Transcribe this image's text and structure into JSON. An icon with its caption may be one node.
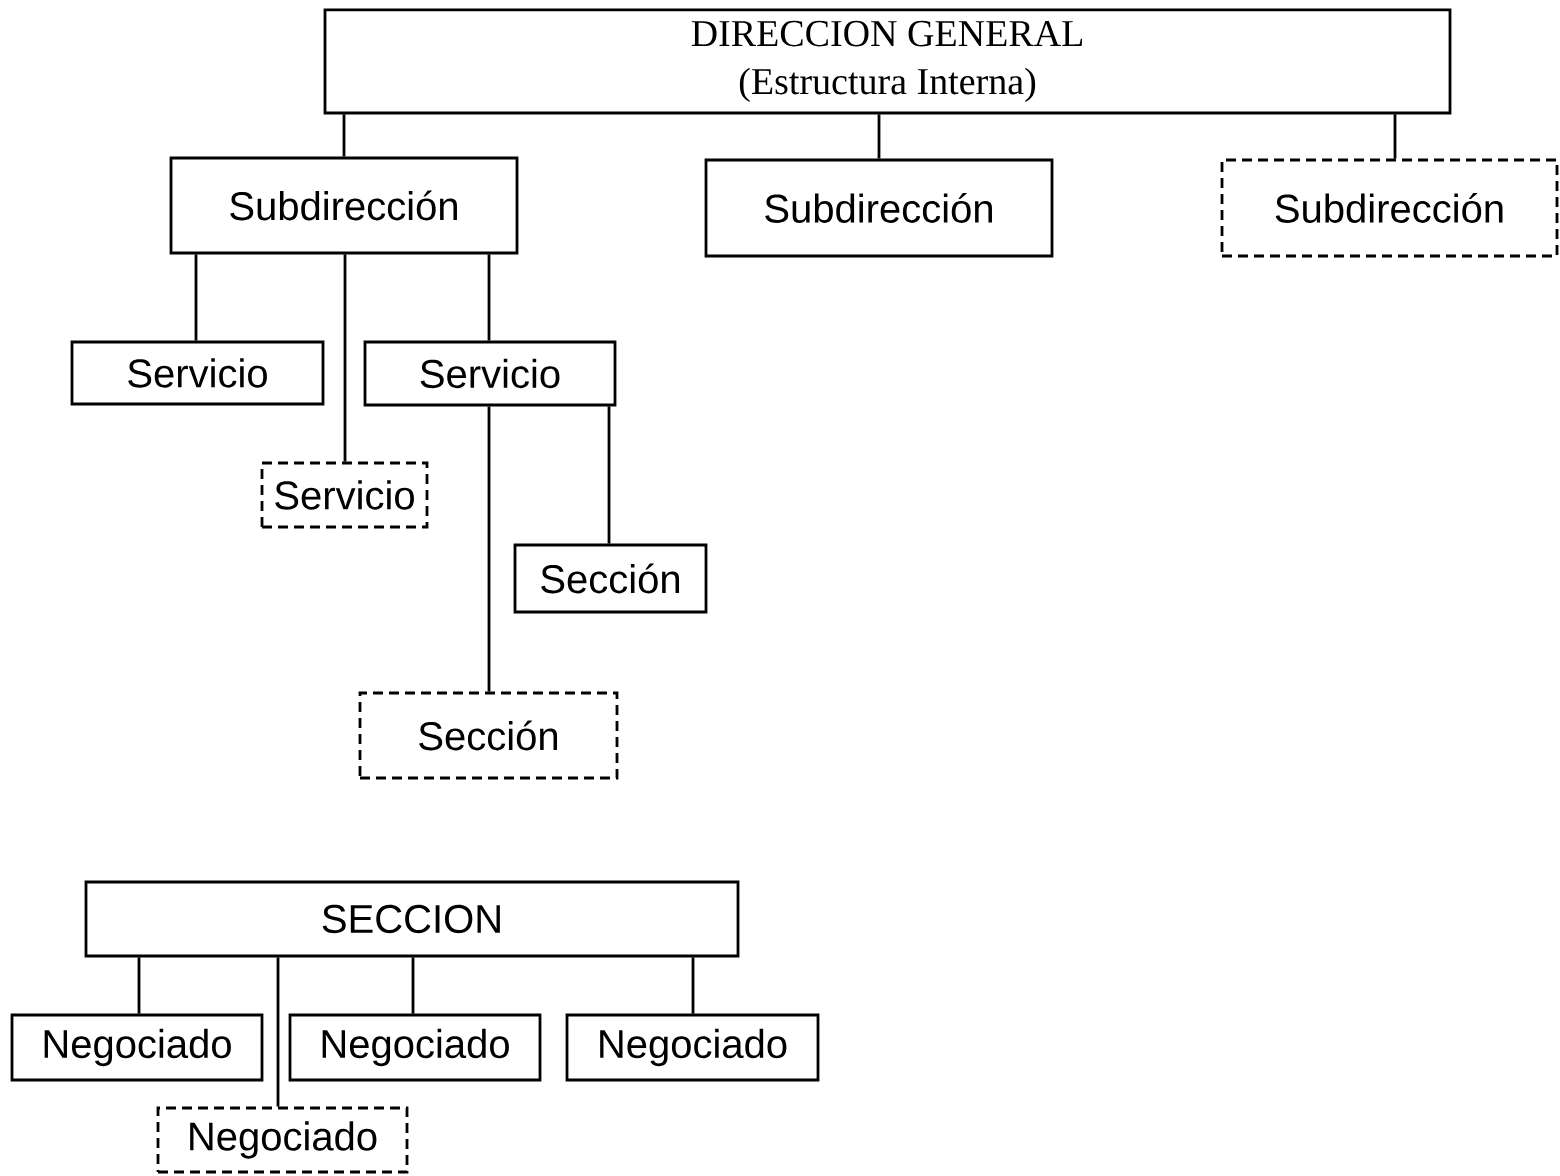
{
  "diagram": {
    "nodes": [
      {
        "text": [
          "DIRECCION GENERAL",
          "(Estructura Interna)"
        ]
      },
      {
        "text": [
          "Subdirección"
        ]
      },
      {
        "text": [
          "Subdirección"
        ]
      },
      {
        "text": [
          "Subdirección"
        ]
      },
      {
        "text": [
          "Servicio"
        ]
      },
      {
        "text": [
          "Servicio"
        ]
      },
      {
        "text": [
          "Servicio"
        ]
      },
      {
        "text": [
          "Sección"
        ]
      },
      {
        "text": [
          "Sección"
        ]
      },
      {
        "text": [
          "SECCION"
        ]
      },
      {
        "text": [
          "Negociado"
        ]
      },
      {
        "text": [
          "Negociado"
        ]
      },
      {
        "text": [
          "Negociado"
        ]
      },
      {
        "text": [
          "Negociado"
        ]
      }
    ],
    "edges": [
      {
        "from": 0,
        "to": 1,
        "arrow": "none"
      },
      {
        "from": 0,
        "to": 2,
        "arrow": "none"
      },
      {
        "from": 0,
        "to": 3,
        "arrow": "none"
      },
      {
        "from": 1,
        "to": 4,
        "arrow": "none"
      },
      {
        "from": 1,
        "to": 5,
        "arrow": "none"
      },
      {
        "from": 1,
        "to": 6,
        "arrow": "none"
      },
      {
        "from": 6,
        "to": 7,
        "arrow": "none"
      },
      {
        "from": 6,
        "to": 8,
        "arrow": "none"
      },
      {
        "from": 9,
        "to": 10,
        "arrow": "none"
      },
      {
        "from": 9,
        "to": 11,
        "arrow": "none"
      },
      {
        "from": 9,
        "to": 12,
        "arrow": "none"
      },
      {
        "from": 9,
        "to": 13,
        "arrow": "none"
      }
    ]
  }
}
